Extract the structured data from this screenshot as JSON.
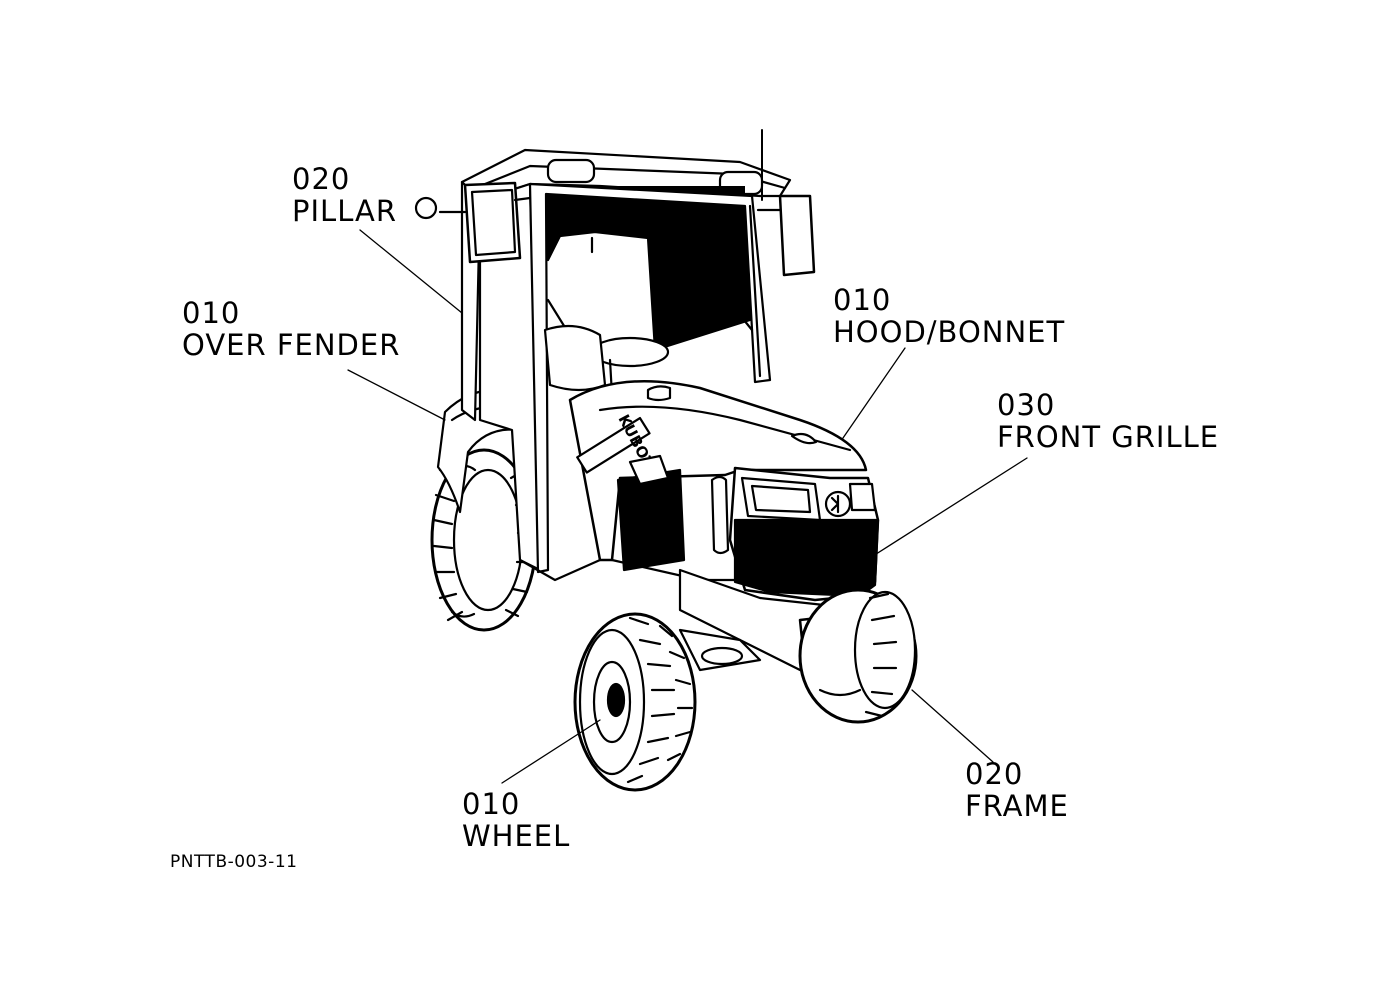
{
  "diagram": {
    "drawing_code": "PNTTB-003-11",
    "brand_text": "KUBOTA",
    "callouts": [
      {
        "id": "pillar",
        "number": "020",
        "label": "PILLAR"
      },
      {
        "id": "over-fender",
        "number": "010",
        "label": "OVER FENDER"
      },
      {
        "id": "hood",
        "number": "010",
        "label": "HOOD/BONNET"
      },
      {
        "id": "front-grille",
        "number": "030",
        "label": "FRONT GRILLE"
      },
      {
        "id": "frame",
        "number": "020",
        "label": "FRAME"
      },
      {
        "id": "wheel",
        "number": "010",
        "label": "WHEEL"
      }
    ]
  },
  "colors": {
    "ink": "#000000",
    "paper": "#ffffff"
  }
}
